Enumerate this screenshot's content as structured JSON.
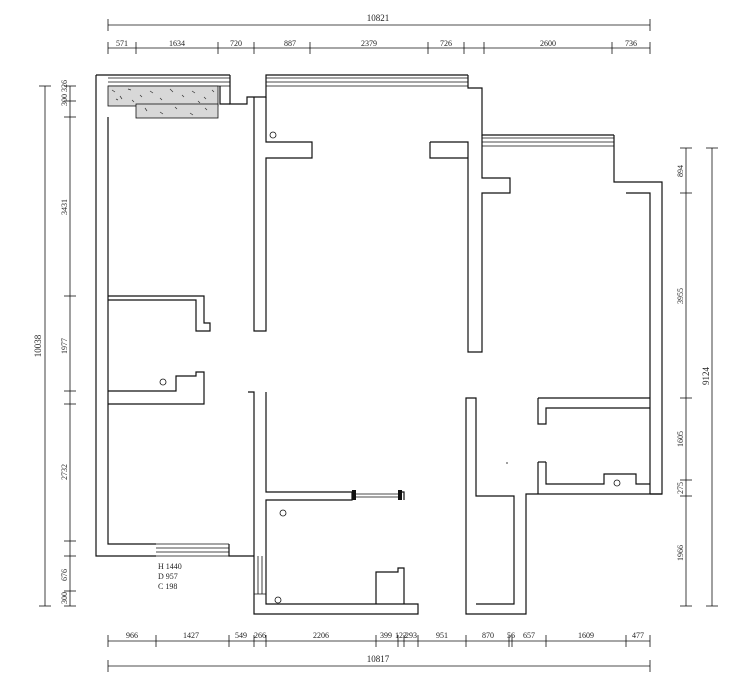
{
  "top_dims": {
    "overall": "10821",
    "segments": [
      "571",
      "1634",
      "720",
      "887",
      "2379",
      "726",
      "2600",
      "736"
    ]
  },
  "bottom_dims": {
    "overall": "10817",
    "segments": [
      "966",
      "1427",
      "549",
      "266",
      "2206",
      "399",
      "122",
      "293",
      "951",
      "870",
      "56",
      "657",
      "1609",
      "477"
    ]
  },
  "left_dims": {
    "overall": "10038",
    "segments": [
      "300",
      "326",
      "3431",
      "1977",
      "2732",
      "676",
      "300"
    ]
  },
  "right_dims": {
    "overall": "9124",
    "segments": [
      "894",
      "3955",
      "1605",
      "275",
      "1966"
    ]
  },
  "window_note": {
    "lines": [
      "H 1440",
      "D 957",
      "C 198"
    ]
  }
}
